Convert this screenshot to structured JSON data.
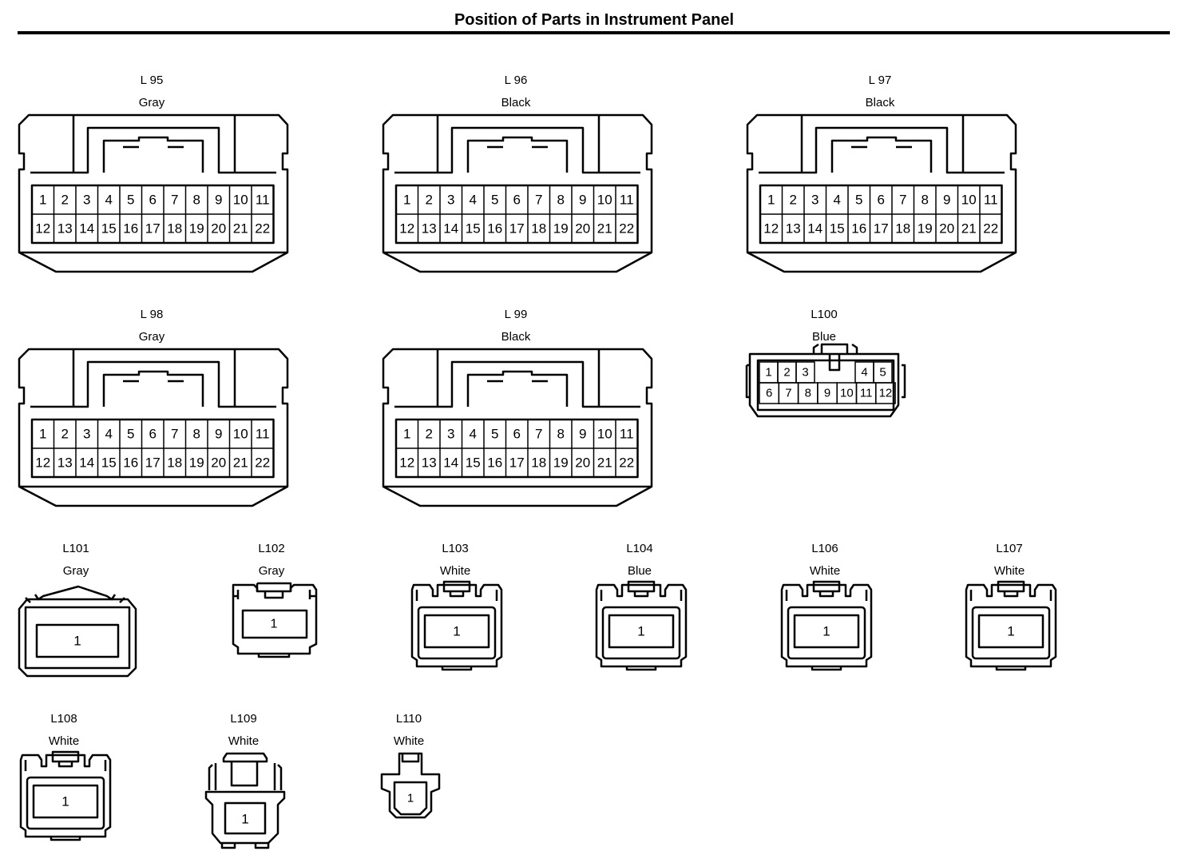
{
  "title": "Position of Parts in Instrument Panel",
  "connectors": [
    {
      "id": "L 95",
      "color": "Gray",
      "type": "c22",
      "pins": [
        "1",
        "2",
        "3",
        "4",
        "5",
        "6",
        "7",
        "8",
        "9",
        "10",
        "11",
        "12",
        "13",
        "14",
        "15",
        "16",
        "17",
        "18",
        "19",
        "20",
        "21",
        "22"
      ]
    },
    {
      "id": "L 96",
      "color": "Black",
      "type": "c22",
      "pins": [
        "1",
        "2",
        "3",
        "4",
        "5",
        "6",
        "7",
        "8",
        "9",
        "10",
        "11",
        "12",
        "13",
        "14",
        "15",
        "16",
        "17",
        "18",
        "19",
        "20",
        "21",
        "22"
      ]
    },
    {
      "id": "L 97",
      "color": "Black",
      "type": "c22",
      "pins": [
        "1",
        "2",
        "3",
        "4",
        "5",
        "6",
        "7",
        "8",
        "9",
        "10",
        "11",
        "12",
        "13",
        "14",
        "15",
        "16",
        "17",
        "18",
        "19",
        "20",
        "21",
        "22"
      ]
    },
    {
      "id": "L 98",
      "color": "Gray",
      "type": "c22",
      "pins": [
        "1",
        "2",
        "3",
        "4",
        "5",
        "6",
        "7",
        "8",
        "9",
        "10",
        "11",
        "12",
        "13",
        "14",
        "15",
        "16",
        "17",
        "18",
        "19",
        "20",
        "21",
        "22"
      ]
    },
    {
      "id": "L 99",
      "color": "Black",
      "type": "c22",
      "pins": [
        "1",
        "2",
        "3",
        "4",
        "5",
        "6",
        "7",
        "8",
        "9",
        "10",
        "11",
        "12",
        "13",
        "14",
        "15",
        "16",
        "17",
        "18",
        "19",
        "20",
        "21",
        "22"
      ]
    },
    {
      "id": "L100",
      "color": "Blue",
      "type": "c12",
      "pins": [
        "1",
        "2",
        "3",
        "4",
        "5",
        "6",
        "7",
        "8",
        "9",
        "10",
        "11",
        "12"
      ]
    },
    {
      "id": "L101",
      "color": "Gray",
      "type": "c1a",
      "pins": [
        "1"
      ]
    },
    {
      "id": "L102",
      "color": "Gray",
      "type": "c1b",
      "pins": [
        "1"
      ]
    },
    {
      "id": "L103",
      "color": "White",
      "type": "c1c",
      "pins": [
        "1"
      ]
    },
    {
      "id": "L104",
      "color": "Blue",
      "type": "c1c",
      "pins": [
        "1"
      ]
    },
    {
      "id": "L106",
      "color": "White",
      "type": "c1c",
      "pins": [
        "1"
      ]
    },
    {
      "id": "L107",
      "color": "White",
      "type": "c1c",
      "pins": [
        "1"
      ]
    },
    {
      "id": "L108",
      "color": "White",
      "type": "c1c",
      "pins": [
        "1"
      ]
    },
    {
      "id": "L109",
      "color": "White",
      "type": "c1d",
      "pins": [
        "1"
      ]
    },
    {
      "id": "L110",
      "color": "White",
      "type": "c1e",
      "pins": [
        "1"
      ]
    }
  ]
}
